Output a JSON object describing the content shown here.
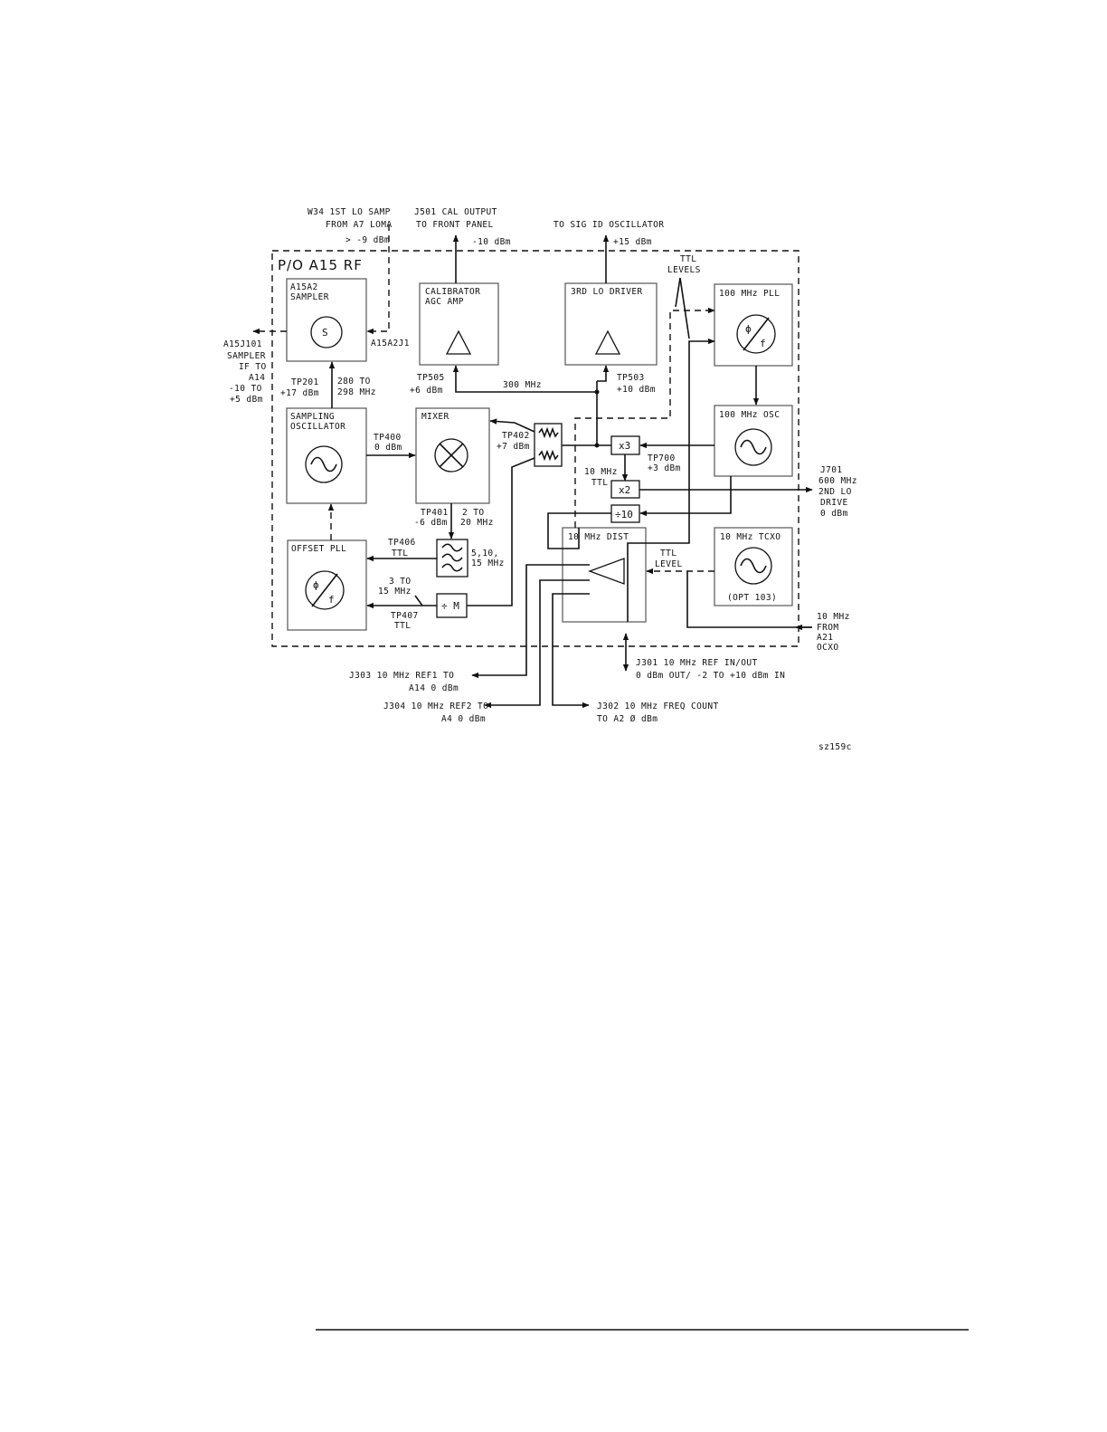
{
  "section_label": "P/O A15 RF",
  "figure_id": "sz159c",
  "blocks": {
    "sampler": [
      "A15A2",
      "SAMPLER"
    ],
    "sampler_symbol": "S",
    "cal_amp": [
      "CALIBRATOR",
      "AGC AMP"
    ],
    "lo_driver": "3RD LO DRIVER",
    "pll100": "100 MHz PLL",
    "osc100": "100 MHz OSC",
    "sampling_osc": [
      "SAMPLING",
      "OSCILLATOR"
    ],
    "mixer": "MIXER",
    "offset_pll": "OFFSET PLL",
    "dist": "10 MHz DIST",
    "tcxo": "10 MHz TCXO",
    "tcxo_opt": "(OPT 103)",
    "x3": "x3",
    "x2": "x2",
    "div10": "÷10",
    "divM": "÷ M",
    "phase_symbol": "ϕ",
    "freq_symbol": "f"
  },
  "labels": {
    "w34": [
      "W34 1ST LO SAMP",
      "FROM A7 LOMA",
      "> -9 dBm"
    ],
    "j501": [
      "J501 CAL OUTPUT",
      "TO FRONT PANEL"
    ],
    "j501_level": "-10 dBm",
    "sig_id": "TO SIG ID OSCILLATOR",
    "sig_id_level": "+15 dBm",
    "ttl_levels": [
      "TTL",
      "LEVELS"
    ],
    "a15j101": [
      "A15J101",
      "SAMPLER",
      "IF TO",
      "A14",
      "-10 TO",
      "+5 dBm"
    ],
    "a15a2j1": "A15A2J1",
    "tp201": [
      "TP201",
      "+17 dBm"
    ],
    "freq280": [
      "280 TO",
      "298 MHz"
    ],
    "tp505": [
      "TP505",
      "+6 dBm"
    ],
    "mhz300": "300 MHz",
    "tp503": [
      "TP503",
      "+10 dBm"
    ],
    "tp400": [
      "TP400",
      "0 dBm"
    ],
    "tp402": [
      "TP402",
      "+7 dBm"
    ],
    "tp700": [
      "TP700",
      "+3 dBm"
    ],
    "ttl10": [
      "10 MHz",
      "TTL"
    ],
    "j701": [
      "J701",
      "600 MHz",
      "2ND LO",
      "DRIVE",
      "0 dBm"
    ],
    "tp401": [
      "TP401",
      "-6 dBm"
    ],
    "freq2_20": [
      "2 TO",
      "20 MHz"
    ],
    "tp406": [
      "TP406",
      "TTL"
    ],
    "filter_freqs": [
      "5,10,",
      "15 MHz"
    ],
    "freq3_15": [
      "3 TO",
      "15 MHz"
    ],
    "tp407": [
      "TP407",
      "TTL"
    ],
    "ttl_level": [
      "TTL",
      "LEVEL"
    ],
    "from_a21": [
      "10 MHz",
      "FROM",
      "A21",
      "OCXO"
    ],
    "j301": [
      "J301 10 MHz REF IN/OUT",
      "0 dBm OUT/ -2 TO +10 dBm IN"
    ],
    "j303": [
      "J303 10 MHz REF1 TO",
      "A14 0 dBm"
    ],
    "j304": [
      "J304 10 MHz REF2 TO",
      "A4 0 dBm"
    ],
    "j302": [
      "J302 10 MHz FREQ COUNT",
      "TO A2 Ø dBm"
    ]
  }
}
